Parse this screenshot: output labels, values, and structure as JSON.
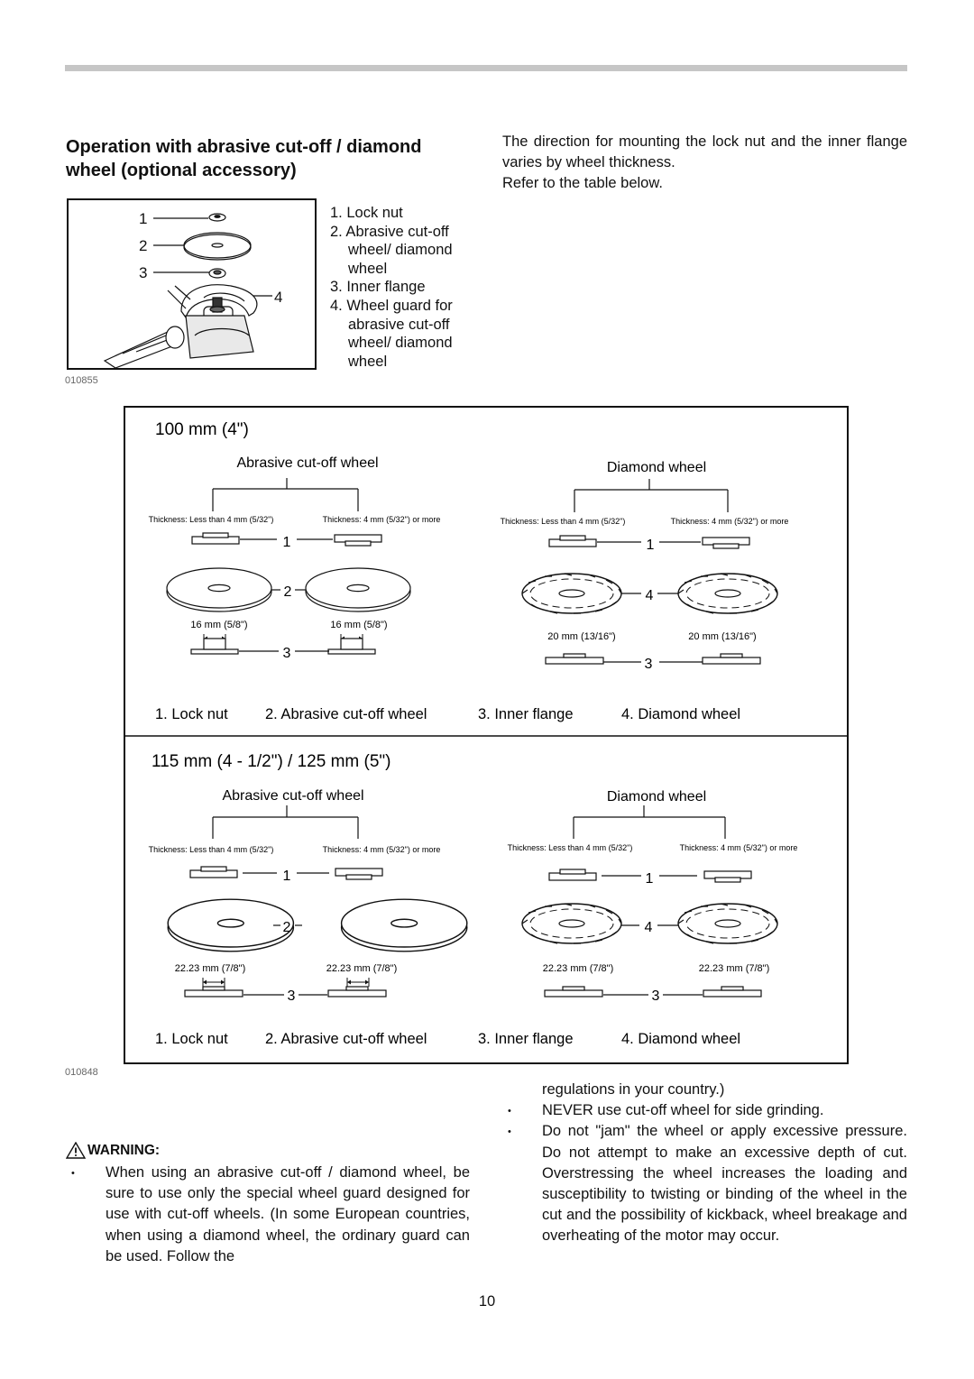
{
  "heading": "Operation with abrasive cut-off / diamond wheel (optional accessory)",
  "intro": [
    "The direction for mounting the lock nut and the inner flange varies by wheel thickness.",
    "Refer to the table below."
  ],
  "tool_figure": {
    "callouts": [
      "1",
      "2",
      "3",
      "4"
    ],
    "code": "010855"
  },
  "tool_legend": [
    "1. Lock nut",
    "2. Abrasive cut-off wheel/ diamond wheel",
    "3. Inner flange",
    "4. Wheel guard for abrasive cut-off wheel/ diamond wheel"
  ],
  "table": {
    "code": "010848",
    "sections": [
      {
        "title": "100 mm (4\")",
        "abrasive_label": "Abrasive cut-off wheel",
        "diamond_label": "Diamond wheel",
        "thin": "Thickness: Less than 4 mm (5/32\")",
        "thick": "Thickness: 4 mm (5/32\") or more",
        "abrasive_bore": "16 mm (5/8\")",
        "diamond_bore": "20 mm (13/16\")",
        "n1": "1",
        "n2": "2",
        "n3": "3",
        "n4": "4",
        "legend": [
          "1. Lock nut",
          "2. Abrasive cut-off wheel",
          "3. Inner flange",
          "4. Diamond wheel"
        ]
      },
      {
        "title": "115 mm (4 - 1/2\") / 125 mm (5\")",
        "abrasive_label": "Abrasive cut-off wheel",
        "diamond_label": "Diamond wheel",
        "thin": "Thickness: Less than 4 mm (5/32\")",
        "thick": "Thickness: 4 mm (5/32\") or more",
        "abrasive_bore": "22.23 mm (7/8\")",
        "diamond_bore": "22.23 mm (7/8\")",
        "n1": "1",
        "n2": "2",
        "n3": "3",
        "n4": "4",
        "legend": [
          "1. Lock nut",
          "2. Abrasive cut-off wheel",
          "3. Inner flange",
          "4. Diamond wheel"
        ]
      }
    ]
  },
  "warning": {
    "label": "WARNING:",
    "left_items": [
      "When using an abrasive cut-off / diamond wheel, be sure to use only the special wheel guard designed for use with cut-off wheels. (In some European countries, when using a diamond wheel, the ordinary guard can be used. Follow the"
    ],
    "continuation": "regulations in your country.)",
    "right_items": [
      "NEVER use cut-off wheel for side grinding.",
      "Do not \"jam\" the wheel or apply excessive pressure. Do not attempt to make an excessive depth of cut. Overstressing the wheel increases the loading and susceptibility to twisting or binding of the wheel in the cut and the possibility of kickback, wheel breakage and overheating of the motor may occur."
    ]
  },
  "page_number": "10"
}
